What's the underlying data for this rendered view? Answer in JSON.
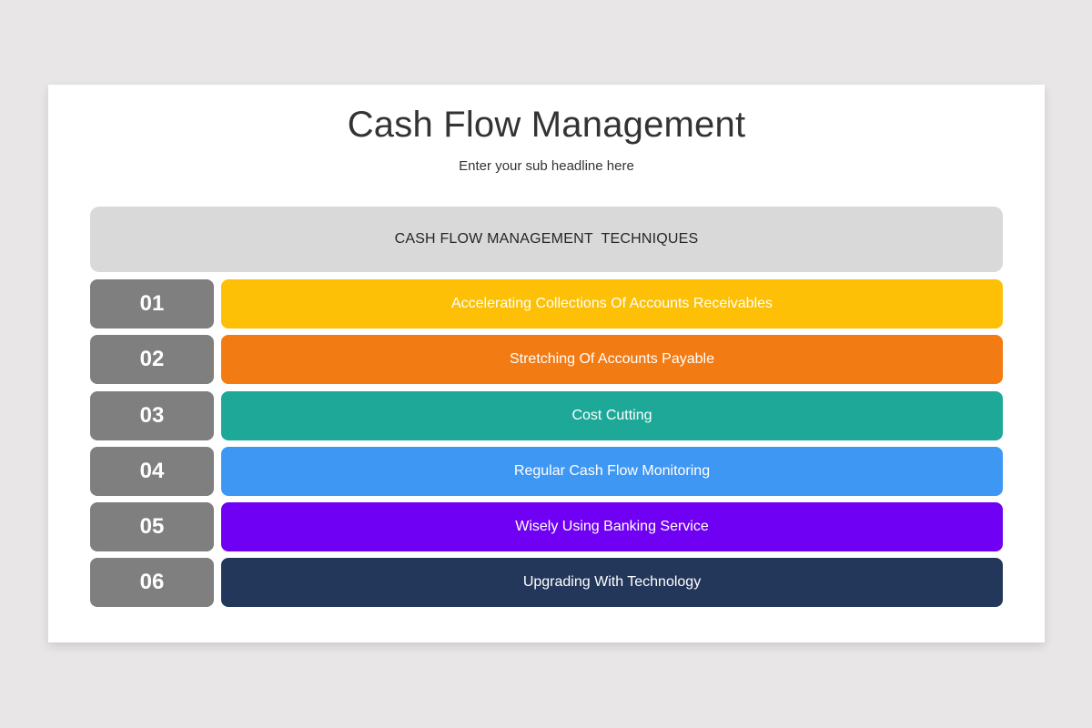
{
  "slide": {
    "title": "Cash Flow Management",
    "subtitle": "Enter your sub headline here",
    "header": "CASH FLOW MANAGEMENT  TECHNIQUES",
    "number_box_color": "#7f7f7f",
    "rows": [
      {
        "number": "01",
        "label": "Accelerating Collections Of Accounts Receivables",
        "color": "#fdc006"
      },
      {
        "number": "02",
        "label": "Stretching Of Accounts Payable",
        "color": "#f37b14"
      },
      {
        "number": "03",
        "label": "Cost Cutting",
        "color": "#1ea898"
      },
      {
        "number": "04",
        "label": "Regular Cash Flow Monitoring",
        "color": "#3f97f4"
      },
      {
        "number": "05",
        "label": "Wisely Using Banking Service",
        "color": "#7000f3"
      },
      {
        "number": "06",
        "label": "Upgrading With Technology",
        "color": "#23375a"
      }
    ]
  }
}
